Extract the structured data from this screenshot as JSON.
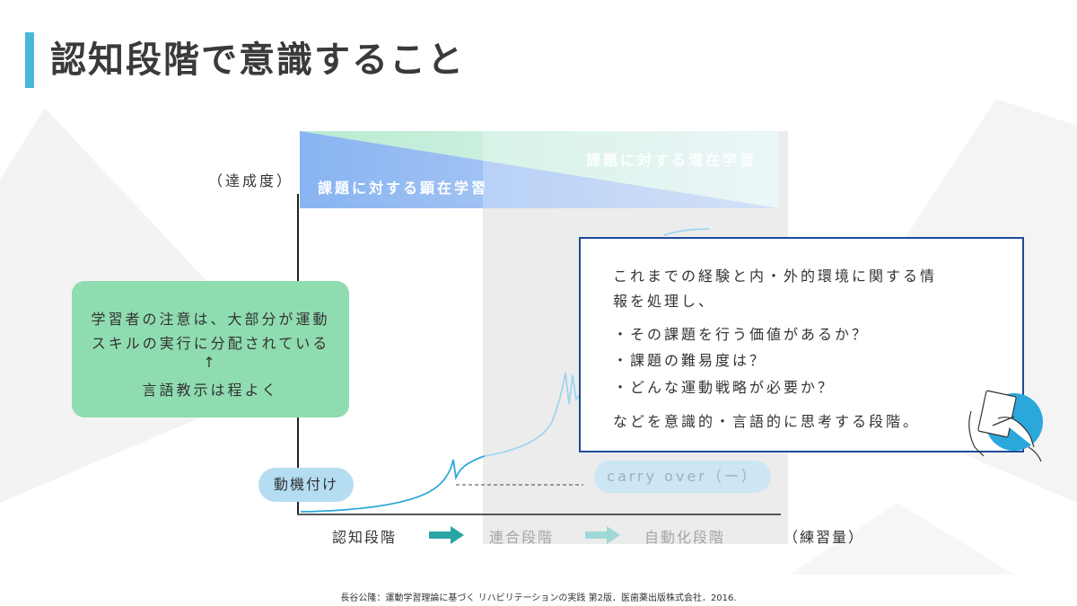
{
  "title": "認知段階で意識すること",
  "y_axis_label": "（達成度）",
  "bands": {
    "explicit": "課題に対する顕在学習",
    "implicit": "課題に対する潜在学習"
  },
  "green_box": {
    "line1": "学習者の注意は、大部分が運動",
    "line2": "スキルの実行に分配されている",
    "arrow": "↑",
    "line3": "言語教示は程よく"
  },
  "motivation": "動機付け",
  "carry_over": "carry over（ー）",
  "stages": {
    "cognitive": "認知段階",
    "associative": "連合段階",
    "autonomous": "自動化段階",
    "x_axis_label": "（練習量）"
  },
  "info_box": {
    "line1": "これまでの経験と内・外的環境に関する情",
    "line2": "報を処理し、",
    "bullet1": "・その課題を行う価値があるか？",
    "bullet2": "・課題の難易度は？",
    "bullet3": "・どんな運動戦略が必要か？",
    "conclusion": "などを意識的・言語的に思考する段階。"
  },
  "footnote": "長谷公隆：運動学習理論に基づく リハビリテーションの実践 第2版．医歯薬出版株式会社．2016.",
  "colors": {
    "accent": "#4ab8d8",
    "green_box": "#8fdcb0",
    "info_border": "#1e4a9c",
    "curve": "#2aa8dc",
    "arrow": "#2aa5a5"
  }
}
